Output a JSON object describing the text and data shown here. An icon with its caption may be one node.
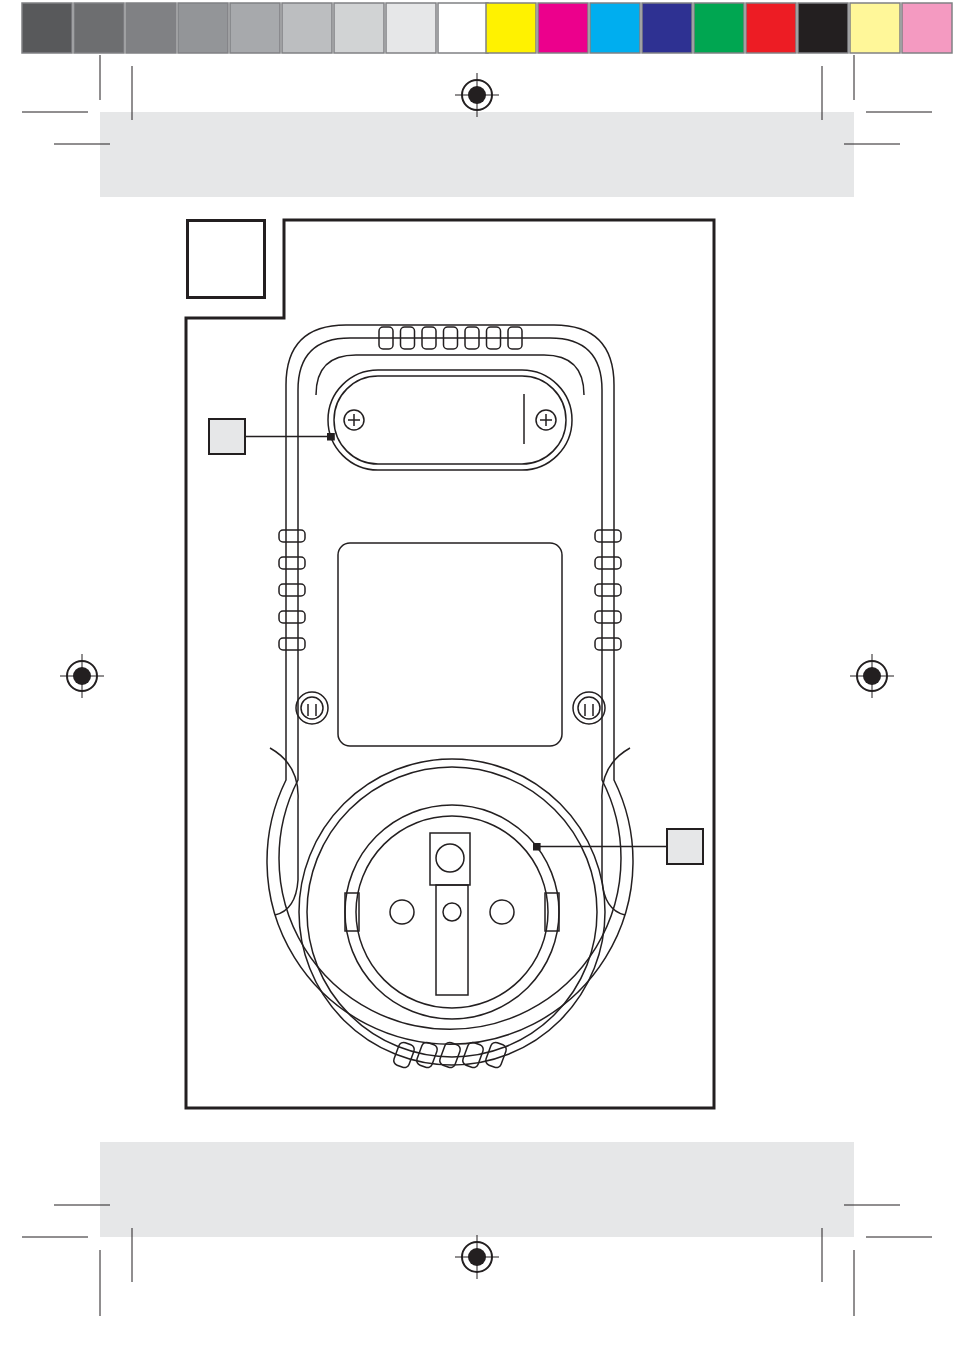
{
  "diagram": {
    "nodes": [
      {
        "text": [],
        "shape": "box"
      },
      {
        "text": [],
        "shape": "box"
      },
      {
        "text": [],
        "shape": "picture"
      },
      {
        "text": [],
        "shape": "box"
      },
      {
        "text": [],
        "shape": "picture"
      }
    ],
    "edges": [
      {
        "from": 1,
        "to": 2,
        "arrow": "other"
      },
      {
        "from": 3,
        "to": 4,
        "arrow": "other"
      }
    ]
  }
}
